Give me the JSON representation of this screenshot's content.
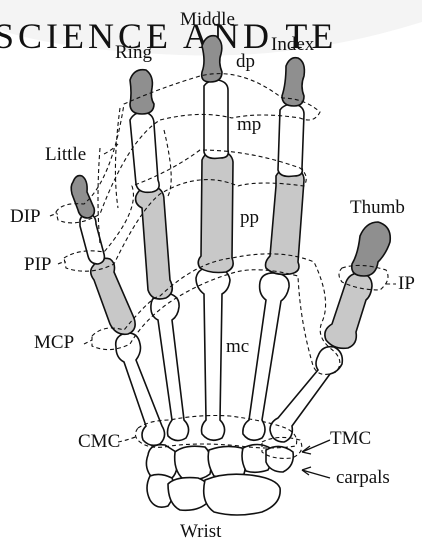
{
  "watermark": "SCIENCE AND TE",
  "labels": {
    "middle": "Middle",
    "ring": "Ring",
    "index": "Index",
    "dp": "dp",
    "mp": "mp",
    "little": "Little",
    "pp": "pp",
    "thumb": "Thumb",
    "dip": "DIP",
    "pip": "PIP",
    "ip": "IP",
    "mcp": "MCP",
    "mc": "mc",
    "cmc": "CMC",
    "tmc": "TMC",
    "carpals": "carpals",
    "wrist": "Wrist"
  },
  "colors": {
    "distal_phalanx": "#8f8f8f",
    "proximal_phalanx": "#c8c8c8",
    "bone": "#ffffff",
    "outline": "#111111"
  }
}
